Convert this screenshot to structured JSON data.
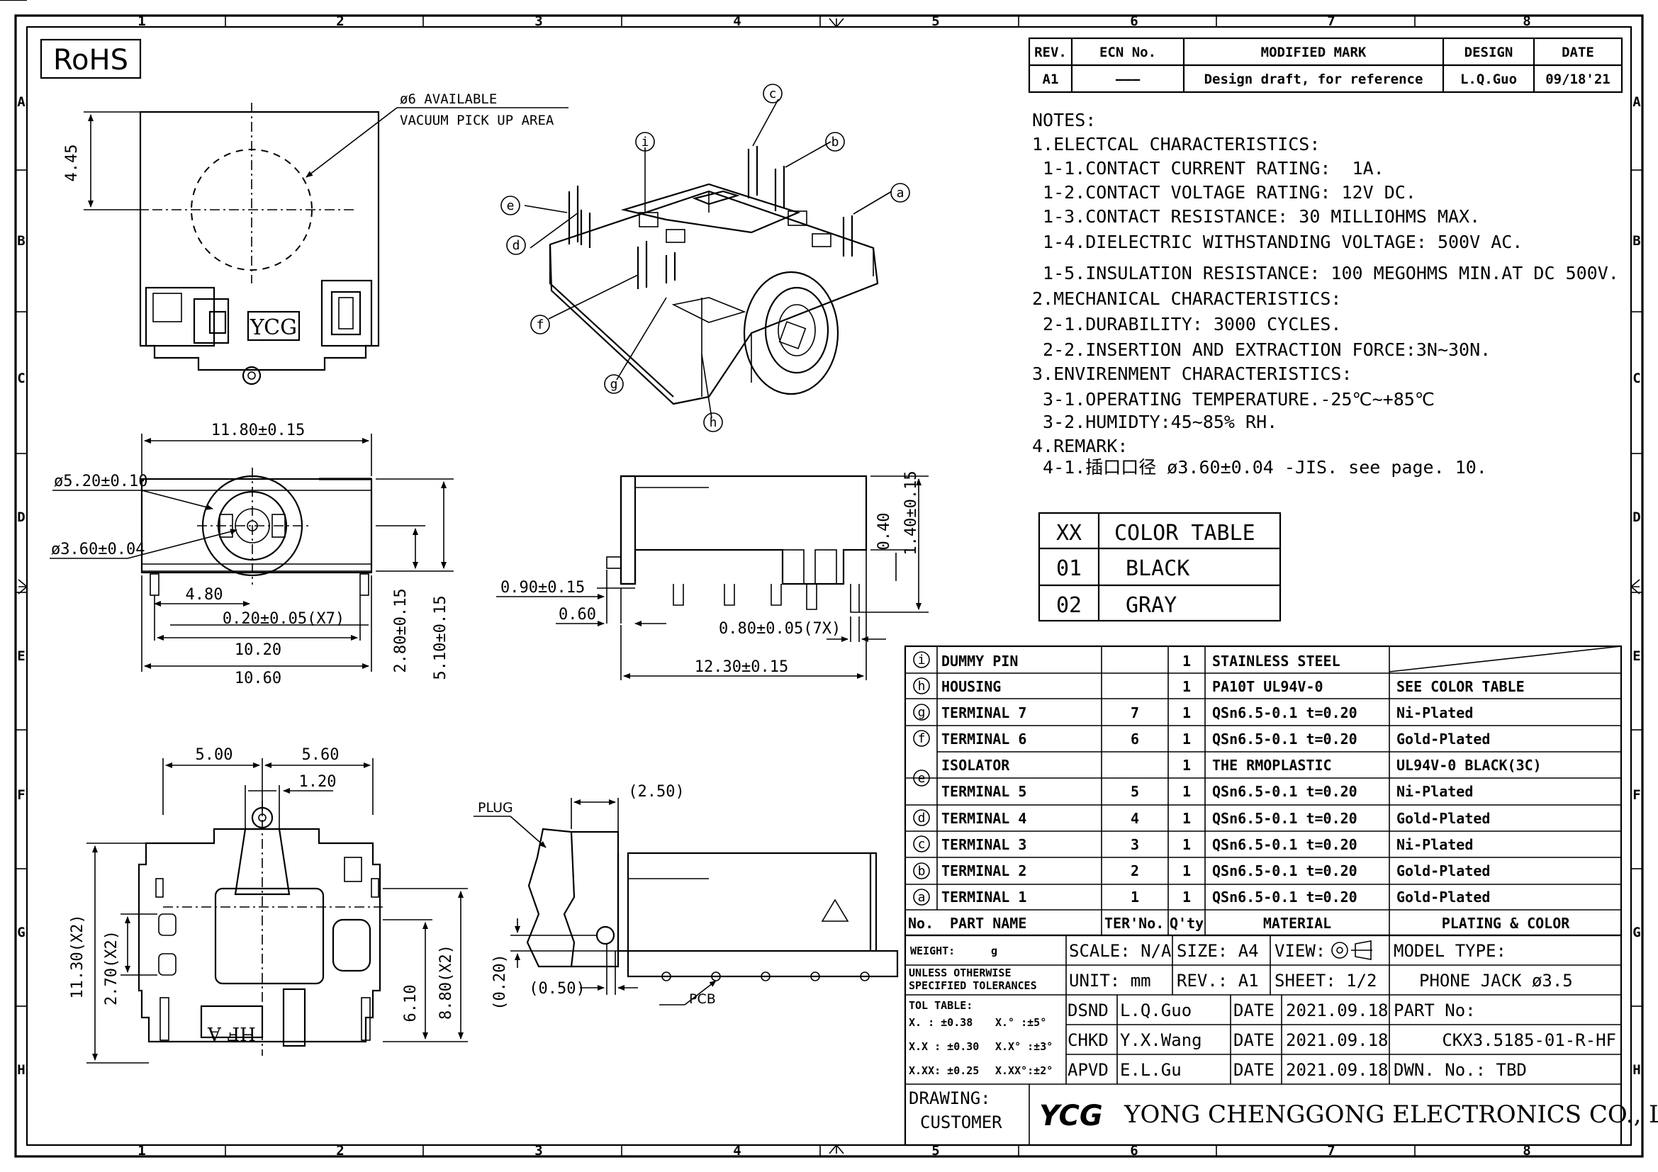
{
  "frame": {
    "cols": [
      "1",
      "2",
      "3",
      "4",
      "5",
      "6",
      "7",
      "8"
    ],
    "rows": [
      "A",
      "B",
      "C",
      "D",
      "E",
      "F",
      "G",
      "H"
    ]
  },
  "rohs": "RoHS",
  "revision": {
    "headers": [
      "REV.",
      "ECN No.",
      "MODIFIED MARK",
      "DESIGN",
      "DATE"
    ],
    "row": [
      "A1",
      "———",
      "Design draft, for reference",
      "L.Q.Guo",
      "09/18'21"
    ]
  },
  "notes": [
    "NOTES:",
    "1.ELECTCAL CHARACTERISTICS:",
    " 1-1.CONTACT CURRENT RATING:  1A.",
    " 1-2.CONTACT VOLTAGE RATING: 12V DC.",
    " 1-3.CONTACT RESISTANCE: 30 MILLIOHMS MAX.",
    " 1-4.DIELECTRIC WITHSTANDING VOLTAGE: 500V AC.",
    " 1-5.INSULATION RESISTANCE: 100 MEGOHMS MIN.AT DC 500V.",
    "2.MECHANICAL CHARACTERISTICS:",
    " 2-1.DURABILITY: 3000 CYCLES.",
    " 2-2.INSERTION AND EXTRACTION FORCE:3N~30N.",
    "3.ENVIRENMENT CHARACTERISTICS:",
    " 3-1.OPERATING TEMPERATURE.-25℃~+85℃",
    " 3-2.HUMIDTY:45~85% RH.",
    "4.REMARK:",
    " 4-1.插口口径 ø3.60±0.04 -JIS. see page. 10."
  ],
  "color_table": {
    "headers": [
      "XX",
      "COLOR TABLE"
    ],
    "rows": [
      [
        "01",
        "BLACK"
      ],
      [
        "02",
        "GRAY"
      ]
    ]
  },
  "bom": {
    "rows": [
      {
        "no": "i",
        "name": "DUMMY PIN",
        "ter": "",
        "qty": "1",
        "material": "STAINLESS STEEL",
        "plating": ""
      },
      {
        "no": "h",
        "name": "HOUSING",
        "ter": "",
        "qty": "1",
        "material": "PA10T UL94V-0",
        "plating": "SEE COLOR TABLE"
      },
      {
        "no": "g",
        "name": "TERMINAL 7",
        "ter": "7",
        "qty": "1",
        "material": "QSn6.5-0.1 t=0.20",
        "plating": "Ni-Plated"
      },
      {
        "no": "f",
        "name": "TERMINAL 6",
        "ter": "6",
        "qty": "1",
        "material": "QSn6.5-0.1 t=0.20",
        "plating": "Gold-Plated"
      },
      {
        "no": "e",
        "name": "ISOLATOR",
        "ter": "",
        "qty": "1",
        "material": "THE RMOPLASTIC",
        "plating": "UL94V-0  BLACK(3C)"
      },
      {
        "no": "",
        "name": "TERMINAL 5",
        "ter": "5",
        "qty": "1",
        "material": "QSn6.5-0.1 t=0.20",
        "plating": "Ni-Plated"
      },
      {
        "no": "d",
        "name": "TERMINAL 4",
        "ter": "4",
        "qty": "1",
        "material": "QSn6.5-0.1 t=0.20",
        "plating": "Gold-Plated"
      },
      {
        "no": "c",
        "name": "TERMINAL 3",
        "ter": "3",
        "qty": "1",
        "material": "QSn6.5-0.1 t=0.20",
        "plating": "Ni-Plated"
      },
      {
        "no": "b",
        "name": "TERMINAL 2",
        "ter": "2",
        "qty": "1",
        "material": "QSn6.5-0.1 t=0.20",
        "plating": "Gold-Plated"
      },
      {
        "no": "a",
        "name": "TERMINAL 1",
        "ter": "1",
        "qty": "1",
        "material": "QSn6.5-0.1 t=0.20",
        "plating": "Gold-Plated"
      }
    ],
    "header": {
      "no": "No.",
      "name": "PART NAME",
      "ter": "TER'No.",
      "qty": "Q'ty",
      "material": "MATERIAL",
      "plating": "PLATING & COLOR"
    }
  },
  "title_block": {
    "weight_label": "WEIGHT:",
    "weight_unit": "g",
    "scale": "SCALE: N/A",
    "size": "SIZE: A4",
    "view": "VIEW:",
    "model_type": "MODEL TYPE:",
    "tol_note_1": "UNLESS OTHERWISE",
    "tol_note_2": "SPECIFIED TOLERANCES",
    "unit": "UNIT: mm",
    "rev": "REV.: A1",
    "sheet": "SHEET: 1/2",
    "product": "PHONE JACK ø3.5",
    "tol_table": "TOL TABLE:",
    "tol_rows": [
      [
        "X.  : ±0.38",
        "X.°  :±5°"
      ],
      [
        "X.X : ±0.30",
        "X.X° :±3°"
      ],
      [
        "X.XX: ±0.25",
        "X.XX°:±2°"
      ]
    ],
    "dsnd": "DSND",
    "dsnd_name": "L.Q.Guo",
    "chkd": "CHKD",
    "chkd_name": "Y.X.Wang",
    "apvd": "APVD",
    "apvd_name": "E.L.Gu",
    "date_label": "DATE",
    "date": "2021.09.18",
    "part_no_label": "PART No:",
    "part_no": "CKX3.5185-01-R-HF",
    "dwn_no": "DWN. No.: TBD",
    "drawing": "DRAWING:",
    "customer": "CUSTOMER",
    "logo": "YCG",
    "company": "YONG CHENGGONG ELECTRONICS CO., LTD."
  },
  "top_view": {
    "dim_445": "4.45",
    "pick_1": "ø6 AVAILABLE",
    "pick_2": "VACUUM PICK UP AREA",
    "mark": "YCG"
  },
  "iso_labels": [
    "a",
    "b",
    "c",
    "d",
    "e",
    "f",
    "g",
    "h",
    "i"
  ],
  "front_view": {
    "w": "11.80±0.15",
    "d1": "ø5.20±0.10",
    "d2": "ø3.60±0.04",
    "d480": "4.80",
    "pins": "0.20±0.05(X7)",
    "w1020": "10.20",
    "w1060": "10.60",
    "h280": "2.80±0.15",
    "h510": "5.10±0.15"
  },
  "side_view": {
    "d090": "0.90±0.15",
    "d060": "0.60",
    "d040": "0.40",
    "d140": "1.40±0.15",
    "pitch": "0.80±0.05(7X)",
    "len": "12.30±0.15"
  },
  "footprint": {
    "d500": "5.00",
    "d560": "5.60",
    "d120": "1.20",
    "d1130": "11.30(X2)",
    "d270": "2.70(X2)",
    "d610": "6.10",
    "d880": "8.80(X2)",
    "mark": "HF A"
  },
  "plug_view": {
    "plug": "PLUG",
    "d250": "(2.50)",
    "d020": "(0.20)",
    "d050": "(0.50)",
    "pcb": "PCB"
  }
}
